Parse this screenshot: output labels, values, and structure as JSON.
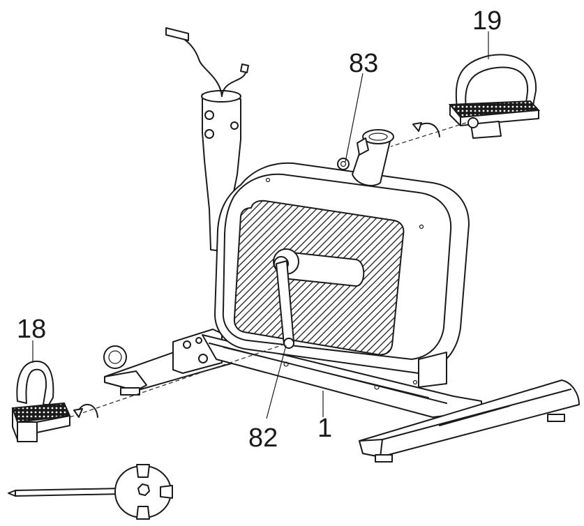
{
  "callouts": {
    "frame": "1",
    "left_pedal": "18",
    "right_pedal": "19",
    "crank": "82",
    "crank_axle": "83"
  }
}
